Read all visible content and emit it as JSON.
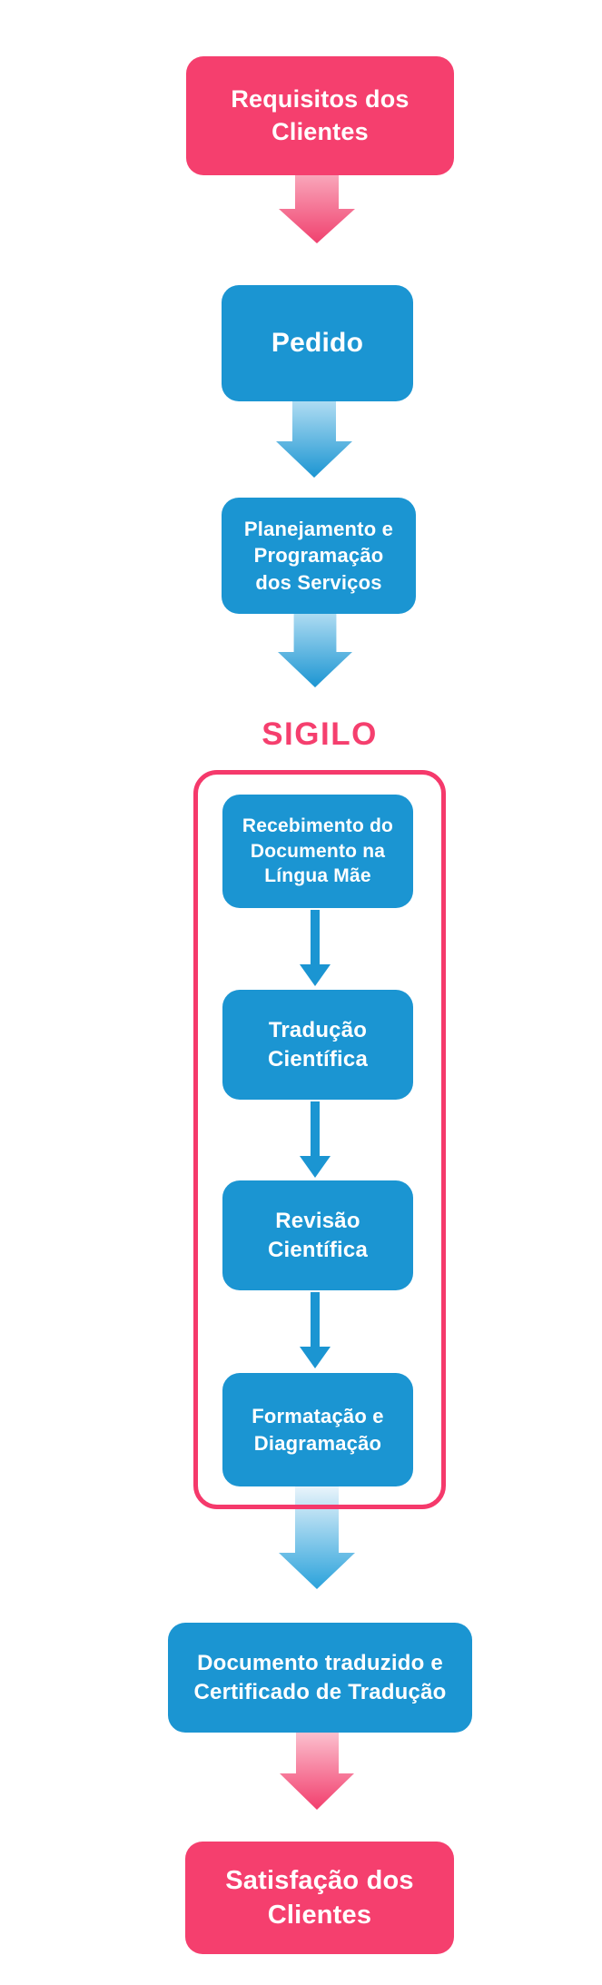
{
  "palette": {
    "pink": "#F53F6E",
    "blue": "#1B95D2",
    "text_on_node": "#FFFFFF",
    "pink_arrow_gradient_top": "#F9A7BB",
    "pink_arrow_gradient_bottom": "#F0416F",
    "blue_arrow_gradient_top": "#AFDCF2",
    "blue_arrow_gradient_bottom": "#1B95D2",
    "exit_arrow_gradient_top": "#E9F4FB",
    "exit_arrow_gradient_bottom": "#2AA2DB",
    "final_arrow_gradient_top": "#FBC0CE",
    "final_arrow_gradient_bottom": "#F23E6D"
  },
  "flow": {
    "requisitos": {
      "label": "Requisitos dos Clientes",
      "color": "pink"
    },
    "pedido": {
      "label": "Pedido",
      "color": "blue"
    },
    "planejamento": {
      "label": "Planejamento e Programação dos Serviços",
      "color": "blue"
    },
    "sigilo": {
      "title": "SIGILO"
    },
    "recebimento": {
      "label": "Recebimento do Documento na Língua Mãe",
      "color": "blue"
    },
    "traducao": {
      "label": "Tradução Científica",
      "color": "blue"
    },
    "revisao": {
      "label": "Revisão Científica",
      "color": "blue"
    },
    "formatacao": {
      "label": "Formatação e Diagramação",
      "color": "blue"
    },
    "documento": {
      "label": "Documento traduzido e Certificado de Tradução",
      "color": "blue"
    },
    "satisfacao": {
      "label": "Satisfação dos Clientes",
      "color": "pink"
    }
  }
}
